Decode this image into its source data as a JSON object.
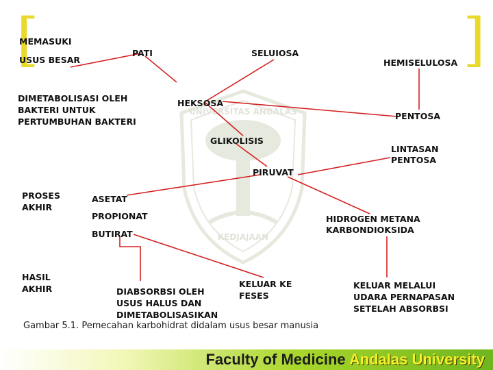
{
  "labels": {
    "memasuki": "MEMASUKI",
    "usus_besar": "USUS BESAR",
    "pati": "PATI",
    "seluiosa": "SELUIOSA",
    "hemiselulosa": "HEMISELULOSA",
    "dimetabolisasi_1": "DIMETABOLISASI OLEH",
    "dimetabolisasi_2": "BAKTERI UNTUK",
    "dimetabolisasi_3": "PERTUMBUHAN BAKTERI",
    "heksosa": "HEKSOSA",
    "pentosa": "PENTOSA",
    "glikolisis": "GLIKOLISIS",
    "lintasan_1": "LINTASAN",
    "lintasan_2": "PENTOSA",
    "piruvat": "PIRUVAT",
    "proses_1": "PROSES",
    "proses_2": "AKHIR",
    "asetat": "ASETAT",
    "propionat": "PROPIONAT",
    "butirat": "BUTIRAT",
    "hidrogen_1": "HIDROGEN METANA",
    "hidrogen_2": "KARBONDIOKSIDA",
    "hasil_1": "HASIL",
    "hasil_2": "AKHIR",
    "diabsorbsi_1": "DIABSORBSI OLEH",
    "diabsorbsi_2": "USUS HALUS DAN",
    "diabsorbsi_3": "DIMETABOLISASIKAN",
    "keluar_feses_1": "KELUAR KE",
    "keluar_feses_2": "FESES",
    "keluar_udara_1": "KELUAR MELALUI",
    "keluar_udara_2": "UDARA PERNAPASAN",
    "keluar_udara_3": "SETELAH ABSORBSI"
  },
  "seal": {
    "top_text": "UNIVERSITAS ANDALAS",
    "bottom_text": "KEDJAJAAN"
  },
  "caption": "Gambar 5.1. Pemecahan karbohidrat didalam usus besar manusia",
  "footer": {
    "part1": "Faculty of Medicine ",
    "part2": "Andalas University"
  },
  "colors": {
    "connector": "#d42020",
    "bracket": "#e8d92a",
    "footer_accent": "#6fb51f",
    "footer_highlight": "#f5f029"
  }
}
